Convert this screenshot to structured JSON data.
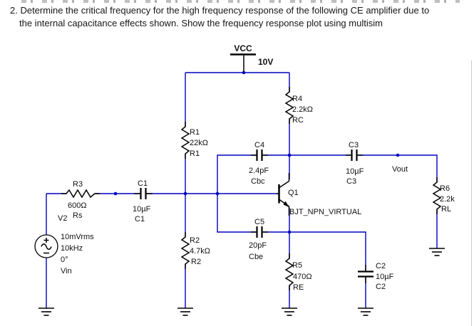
{
  "title": {
    "line1": "2. Determine the critical frequency for the high frequency response of the following CE amplifier due to",
    "line2": "the internal capacitance effects shown. Show the frequency response plot using multisim"
  },
  "colors": {
    "wire": "#0000bf",
    "symbol": "#000000",
    "label": "#111111",
    "background": "#ffffff",
    "panel_border": "#c9c9c9"
  },
  "power": {
    "rail": "VCC",
    "value": "10V"
  },
  "components": {
    "r1": {
      "ref": "R1",
      "value": "22kΩ",
      "name": "R1"
    },
    "r2": {
      "ref": "R2",
      "value": "4.7kΩ",
      "name": "R2"
    },
    "r3": {
      "ref": "R3",
      "value": "600Ω",
      "name": "Rs"
    },
    "r4": {
      "ref": "R4",
      "value": "2.2kΩ",
      "name": "RC"
    },
    "r5": {
      "ref": "R5",
      "value": "470Ω",
      "name": "RE"
    },
    "r6": {
      "ref": "R6",
      "value": "2.2k",
      "name": "RL"
    },
    "c1": {
      "ref": "C1",
      "value": "10µF",
      "name": "C1"
    },
    "c2": {
      "ref": "C2",
      "value": "10µF",
      "name": "C2"
    },
    "c3": {
      "ref": "C3",
      "value": "10µF",
      "name": "C3"
    },
    "c4": {
      "ref": "C4",
      "value": "2.4pF",
      "name": "Cbc"
    },
    "c5": {
      "ref": "C5",
      "value": "20pF",
      "name": "Cbe"
    },
    "q1": {
      "ref": "Q1",
      "model": "BJT_NPN_VIRTUAL"
    },
    "v2": {
      "ref": "V2",
      "amplitude": "10mVrms",
      "frequency": "10kHz",
      "phase": "0°",
      "name": "Vin"
    }
  },
  "nets": {
    "vout": "Vout"
  }
}
